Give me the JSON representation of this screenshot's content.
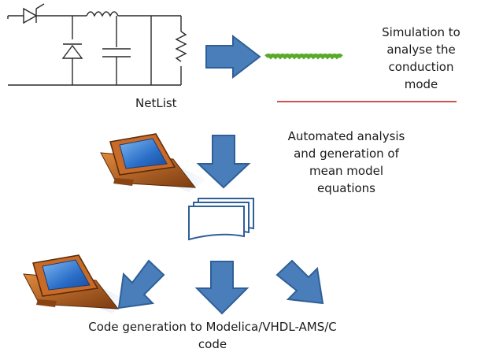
{
  "labels": {
    "netlist": "NetList",
    "simulation_line1": "Simulation to",
    "simulation_line2": "analyse the",
    "simulation_line3": "conduction",
    "simulation_line4": "mode",
    "analysis_line1": "Automated analysis",
    "analysis_line2": "and generation of",
    "analysis_line3": "mean model",
    "analysis_line4": "equations",
    "codegen_line1": "Code generation to Modelica/VHDL-AMS/C",
    "codegen_line2": "code"
  },
  "colors": {
    "arrow_fill": "#4a7ebb",
    "arrow_stroke": "#2f5f97",
    "waveform_green": "#5aaa2a",
    "waveform_red": "#c01818",
    "circuit_line": "#2a2a2a",
    "monitor_body": "#b0561a",
    "monitor_screen": "#2a6ec8"
  },
  "icons": [
    "computer-icon",
    "computer-icon",
    "document-stack-icon"
  ]
}
